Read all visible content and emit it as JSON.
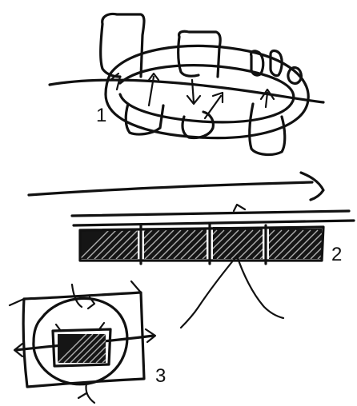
{
  "labels": {
    "figure_1": "1",
    "figure_2": "2",
    "figure_3": "3"
  },
  "colors": {
    "ink": "#111111",
    "background": "#ffffff"
  }
}
